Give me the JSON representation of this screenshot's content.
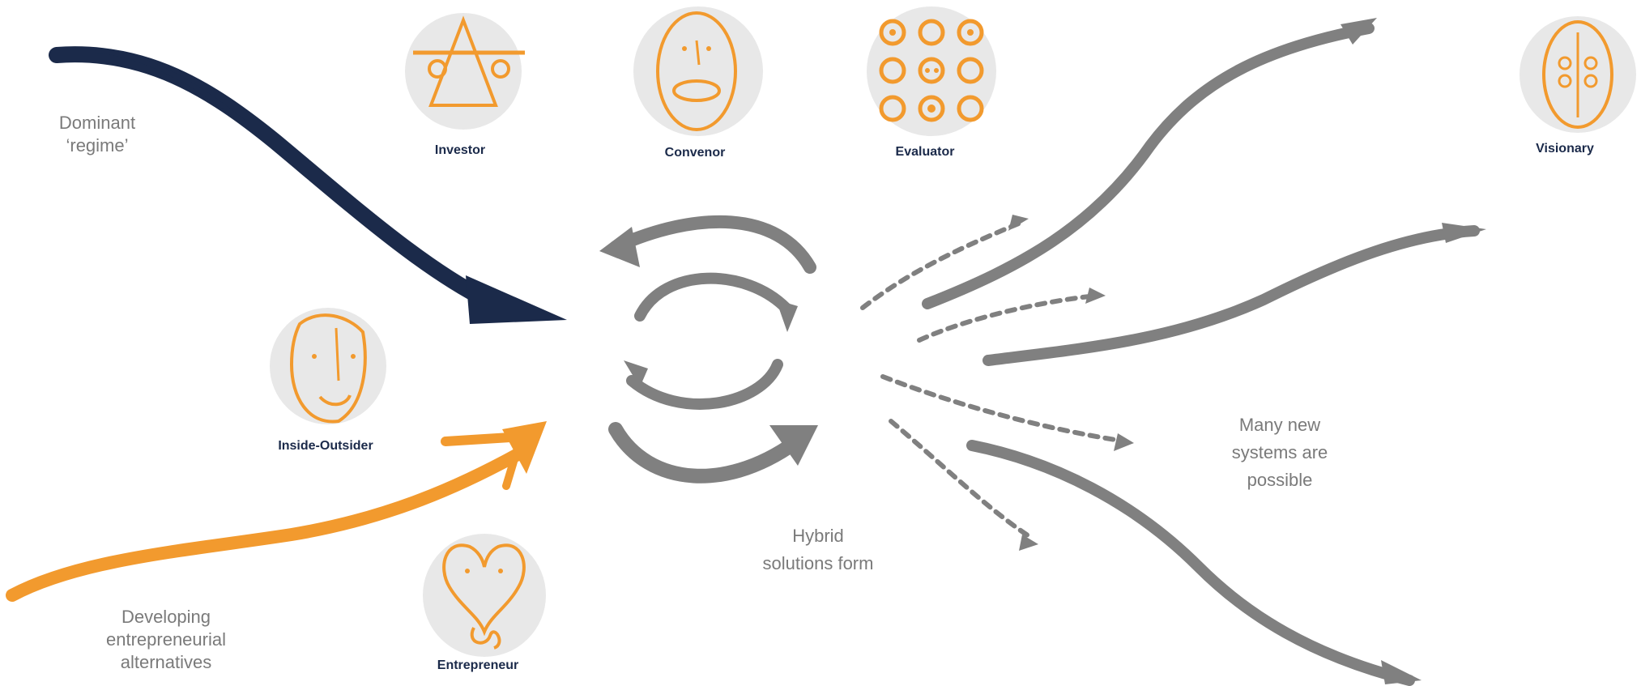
{
  "labels": {
    "dominant": [
      "Dominant",
      "‘regime’"
    ],
    "developing": [
      "Developing",
      "entrepreneurial",
      "alternatives"
    ],
    "hybrid": [
      "Hybrid",
      "solutions form"
    ],
    "many": [
      "Many new",
      "systems are",
      "possible"
    ]
  },
  "roles": {
    "investor": "Investor",
    "convenor": "Convenor",
    "evaluator": "Evaluator",
    "visionary": "Visionary",
    "inside_outsider": "Inside-Outsider",
    "entrepreneur": "Entrepreneur"
  },
  "colors": {
    "navy": "#1b2a4a",
    "orange": "#f29a2e",
    "gray": "#808080",
    "badge": "#e8e8e8",
    "text_gray": "#7a7a7a"
  },
  "icons": {
    "investor": "triangle-face-icon",
    "convenor": "oval-face-icon",
    "evaluator": "grid-of-circles-icon",
    "visionary": "symmetric-face-icon",
    "inside_outsider": "split-face-icon",
    "entrepreneur": "heart-face-icon"
  }
}
